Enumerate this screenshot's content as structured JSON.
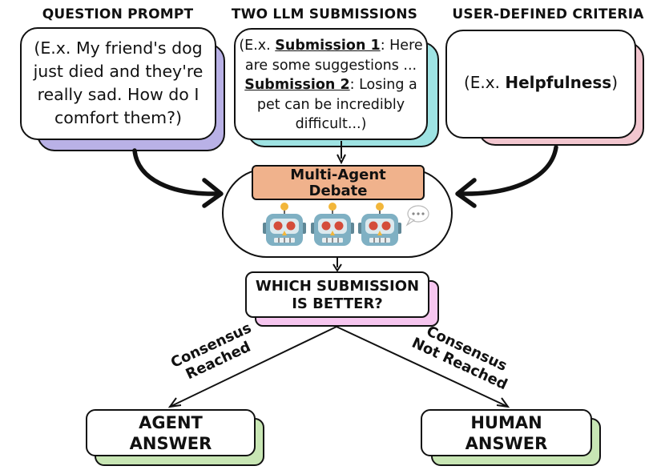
{
  "headers": {
    "question": "QUESTION  PROMPT",
    "submissions": "TWO LLM SUBMISSIONS",
    "criteria": "USER-DEFINED CRITERIA"
  },
  "question_box": {
    "lines": [
      "(E.x. My friend's dog",
      "just died and they're",
      "really sad. How do I",
      "comfort them?)"
    ]
  },
  "submissions_box": {
    "line1_prefix": "(E.x. ",
    "sub1_label": "Submission 1",
    "line1_suffix": ": Here",
    "line2": "are some suggestions ...",
    "sub2_label": "Submission 2",
    "line3_suffix": ": Losing a",
    "line4": "pet can be incredibly",
    "line5": "difficult...)"
  },
  "criteria_box": {
    "prefix": "(E.x. ",
    "bold": "Helpfulness",
    "suffix": ")"
  },
  "debate": {
    "label_line1": "Multi-Agent",
    "label_line2": "Debate",
    "robot_icon": "robot-face-icon",
    "bubble_icon": "speech-bubble-icon",
    "bubble_text": "..."
  },
  "question_node": {
    "line1": "WHICH SUBMISSION",
    "line2": "IS BETTER?"
  },
  "branches": {
    "left_line1": "Consensus",
    "left_line2": "Reached",
    "right_line1": "Consensus",
    "right_line2": "Not Reached"
  },
  "outcomes": {
    "agent_line1": "AGENT",
    "agent_line2": "ANSWER",
    "human_line1": "HUMAN",
    "human_line2": "ANSWER"
  },
  "colors": {
    "question_shadow": "#b9b1e6",
    "submissions_shadow": "#9ee3e3",
    "criteria_shadow": "#f2c6cf",
    "debate_label_bg": "#f0b28c",
    "question_node_shadow": "#f6c6ef",
    "outcome_shadow": "#c8e6b4",
    "robot_face": "#7fb0c3",
    "robot_eye": "#d44c3a",
    "robot_antenna": "#f2b63a"
  }
}
